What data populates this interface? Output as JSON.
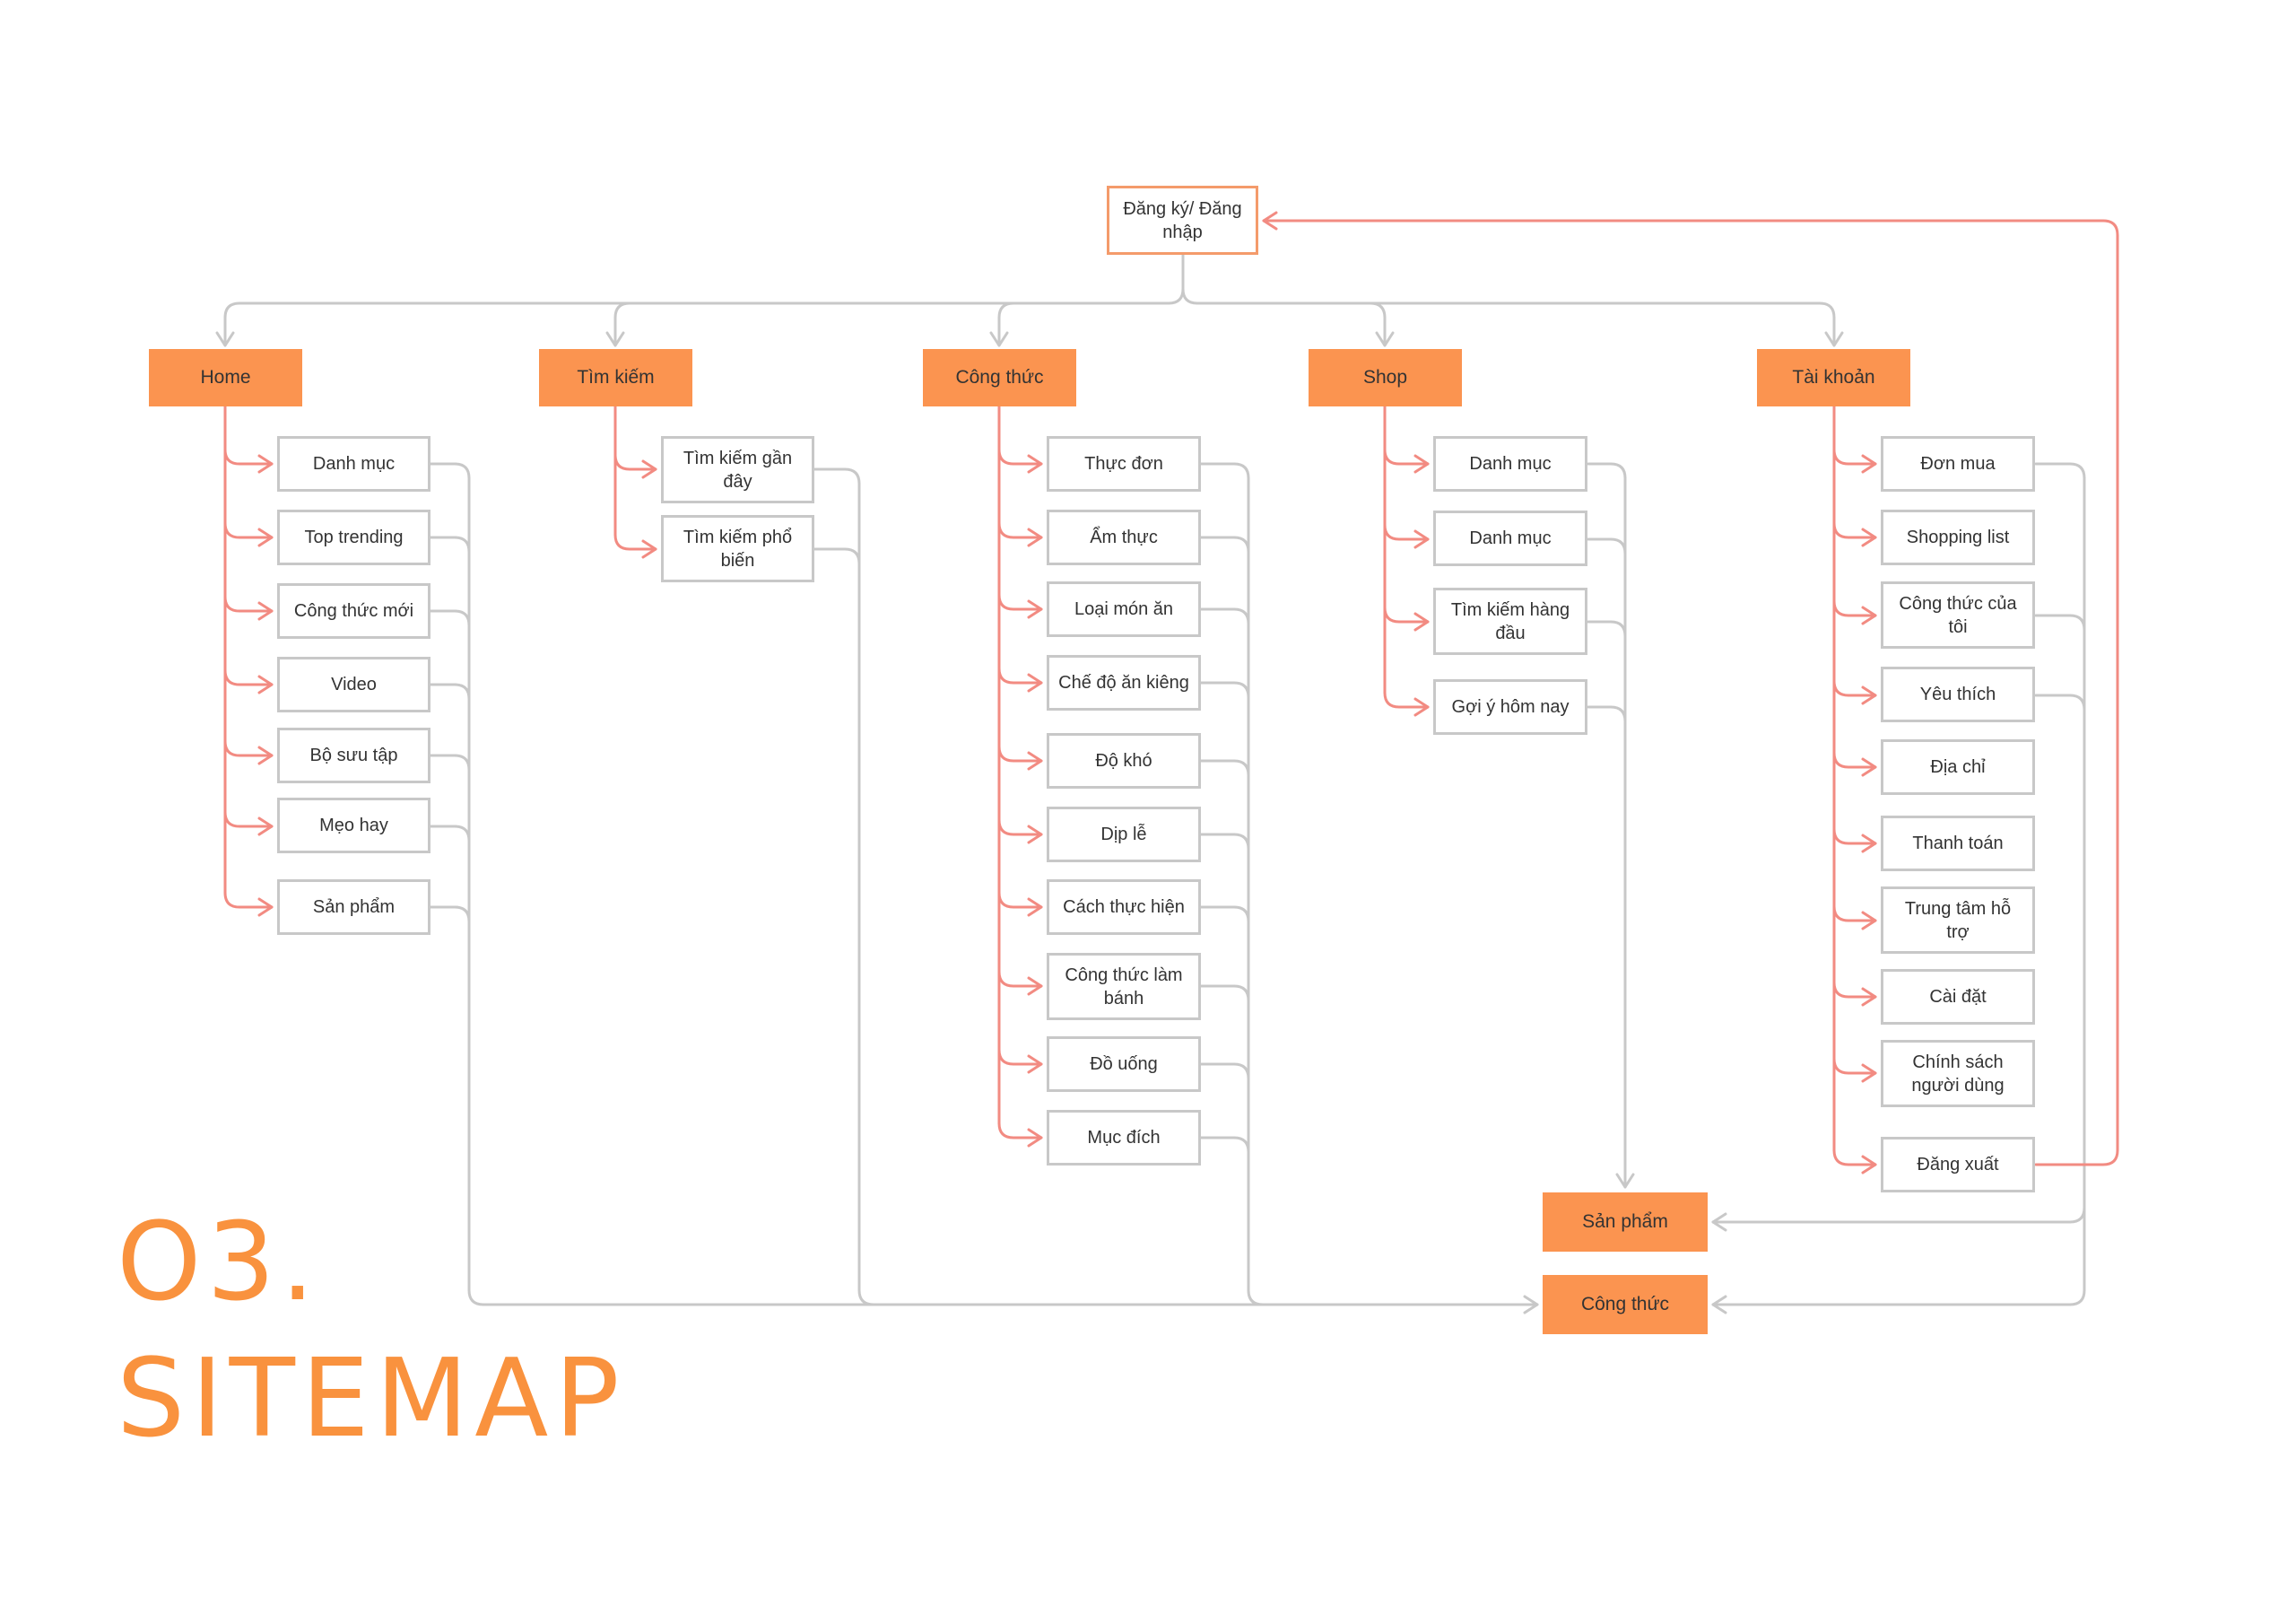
{
  "colors": {
    "accent": "#fb9450",
    "heading": "#f9923e",
    "child_link": "#f28b82",
    "cross_link": "#c8c8c8",
    "return_link": "#f28b82",
    "box_border": "#c8c8c8"
  },
  "root": {
    "label": "Đăng ký/ Đăng nhập"
  },
  "categories": [
    {
      "label": "Home",
      "children": [
        "Danh mục",
        "Top trending",
        "Công thức mới",
        "Video",
        "Bộ sưu tập",
        "Mẹo hay",
        "Sản phẩm"
      ]
    },
    {
      "label": "Tìm kiếm",
      "children": [
        "Tìm kiếm gần đây",
        "Tìm kiếm phổ biến"
      ]
    },
    {
      "label": "Công thức",
      "children": [
        "Thực đơn",
        "Ẩm thực",
        "Loại món ăn",
        "Chế độ ăn kiêng",
        "Độ khó",
        "Dịp lễ",
        "Cách thực hiện",
        "Công thức làm bánh",
        "Đồ uống",
        "Mục đích"
      ]
    },
    {
      "label": "Shop",
      "children": [
        "Danh mục",
        "Danh mục",
        "Tìm kiếm hàng đầu",
        "Gợi ý hôm nay"
      ]
    },
    {
      "label": "Tài khoản",
      "children": [
        "Đơn mua",
        "Shopping list",
        "Công thức của tôi",
        "Yêu thích",
        "Địa chỉ",
        "Thanh toán",
        "Trung tâm hỗ trợ",
        "Cài đặt",
        "Chính sách người dùng",
        "Đăng xuất"
      ]
    }
  ],
  "targets": {
    "product": "Sản phẩm",
    "recipe": "Công thức"
  },
  "heading": {
    "number": "O3.",
    "title": "SITEMAP"
  }
}
